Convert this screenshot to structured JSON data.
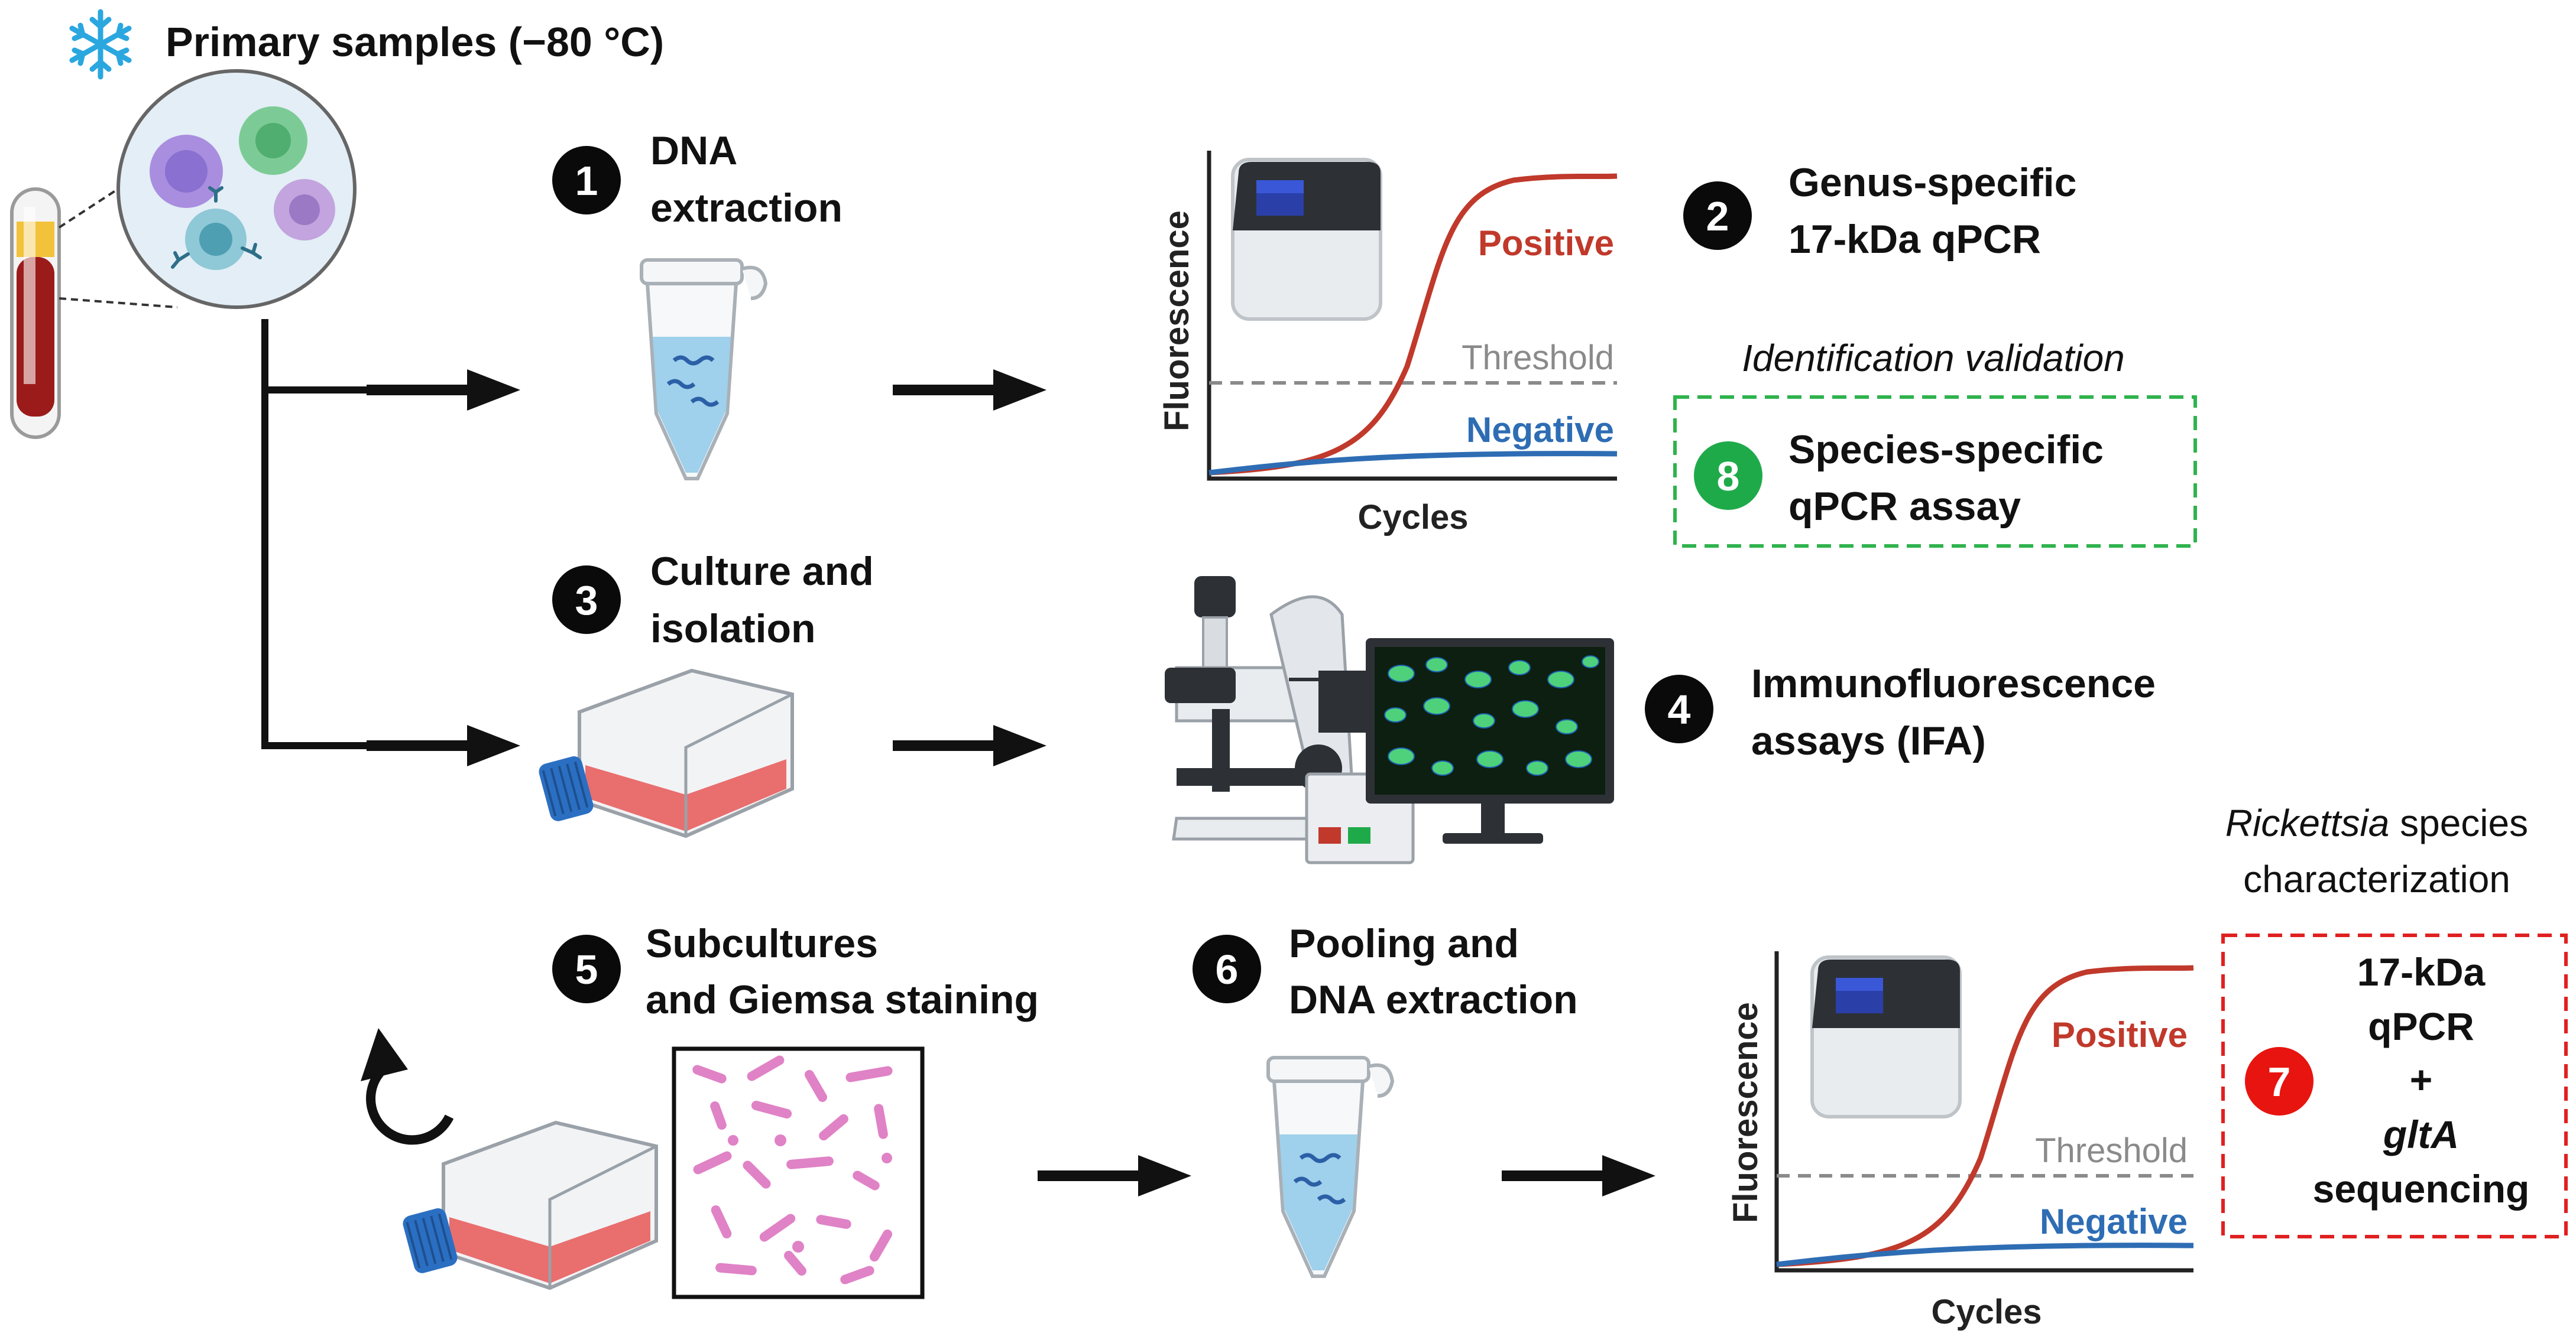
{
  "title": "Primary samples (−80 °C)",
  "steps": {
    "s1": {
      "num": "1",
      "line1": "DNA",
      "line2": "extraction"
    },
    "s2": {
      "num": "2",
      "line1": "Genus-specific",
      "line2": "17-kDa qPCR"
    },
    "s3": {
      "num": "3",
      "line1": "Culture and",
      "line2": "isolation"
    },
    "s4": {
      "num": "4",
      "line1": "Immunofluorescence",
      "line2": "assays (IFA)"
    },
    "s5": {
      "num": "5",
      "line1": "Subcultures",
      "line2": "and Giemsa staining"
    },
    "s6": {
      "num": "6",
      "line1": "Pooling and",
      "line2": "DNA extraction"
    },
    "s7": {
      "num": "7",
      "line1": "17-kDa",
      "line2": "qPCR",
      "line3": "+",
      "line4": "gltA",
      "line5": "sequencing"
    },
    "s8": {
      "num": "8",
      "line1": "Species-specific",
      "line2": "qPCR assay"
    }
  },
  "validation": {
    "caption": "Identification validation"
  },
  "characterization": {
    "italic": "Rickettsia",
    "rest": " species",
    "line2": "characterization"
  },
  "plot": {
    "ylabel": "Fluorescence",
    "xlabel": "Cycles",
    "positive": "Positive",
    "negative": "Negative",
    "threshold": "Threshold"
  },
  "colors": {
    "positive_curve": "#c0392b",
    "negative_curve": "#2e6db4",
    "badge_dark": "#0a0a0a",
    "badge_green": "#1faa4a",
    "badge_red": "#e8140f",
    "green_dash": "#2fb34d",
    "red_dash": "#e02020",
    "snowflake": "#2aa7df",
    "flask_liquid": "#e96e6e",
    "flask_cap": "#2b6fc2",
    "tube_liquid": "#9fd0ec",
    "giemsa": "#e082c6",
    "blood": "#9b1b1b",
    "plasma": "#f2c23a"
  },
  "icons": [
    "snowflake-icon",
    "blood-tube-icon",
    "cells-icon",
    "microtube-icon",
    "flask-icon",
    "qpcr-machine-icon",
    "microscope-icon",
    "monitor-icon",
    "recycle-arrow-icon",
    "giemsa-slide-icon"
  ]
}
